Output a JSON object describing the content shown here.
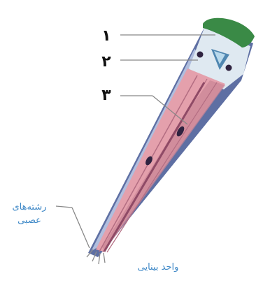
{
  "diagram": {
    "callouts": [
      "۱",
      "۲",
      "۳"
    ],
    "label_nerve_fibers_line1": "رشته‌های",
    "label_nerve_fibers_line2": "عصبی",
    "label_unit": "واحد بینایی",
    "colors": {
      "cornea": "#3a8a46",
      "crystalline_cone": "#b9d9ec",
      "cone_core": "#4f86b0",
      "pigment_sheath": "#5e6fa3",
      "sheath_highlight": "#b9c6e4",
      "retinula": "#e4a0ac",
      "retinula_dark": "#b36d82",
      "rhabdom": "#8f4a66",
      "nucleus": "#2f2340",
      "leader_line": "#888888",
      "callout_text": "#111111",
      "label_text": "#3e88c7"
    }
  }
}
